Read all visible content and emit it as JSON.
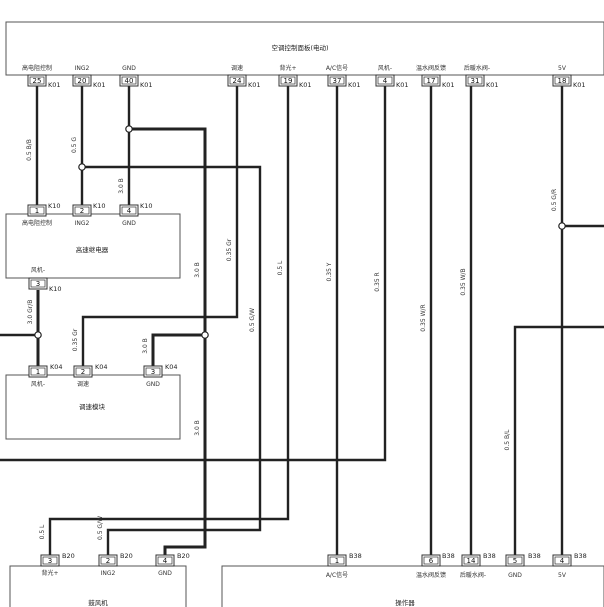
{
  "modules": {
    "ac_panel": {
      "title": "空调控制面板(电动)",
      "connector": "K01"
    },
    "blower_relay": {
      "title": "高速继电器",
      "connector": "K10"
    },
    "speed_module": {
      "title": "调速模块",
      "connector": "K04"
    },
    "blower_motor": {
      "title": "鼓风机",
      "connector": "B20"
    },
    "mode_unit": {
      "title": "操作器",
      "connector": "B38"
    }
  },
  "panel_pins": [
    {
      "num": "25",
      "label": "高电阻控制"
    },
    {
      "num": "20",
      "label": "ING2"
    },
    {
      "num": "40",
      "label": "GND"
    },
    {
      "num": "24",
      "label": "调速"
    },
    {
      "num": "19",
      "label": "背光+"
    },
    {
      "num": "37",
      "label": "A/C信号"
    },
    {
      "num": "4",
      "label": "风机-"
    },
    {
      "num": "17",
      "label": "温水阀反馈"
    },
    {
      "num": "31",
      "label": "后暖水阀-"
    },
    {
      "num": "18",
      "label": "5V"
    }
  ],
  "relay_pins": [
    {
      "num": "1",
      "label": "高电阻控制"
    },
    {
      "num": "2",
      "label": "ING2"
    },
    {
      "num": "4",
      "label": "GND"
    },
    {
      "num": "3",
      "label": "风机-"
    }
  ],
  "module_pins": [
    {
      "num": "1",
      "label": "风机-"
    },
    {
      "num": "2",
      "label": "调速"
    },
    {
      "num": "3",
      "label": "GND"
    }
  ],
  "motor_pins": [
    {
      "num": "3",
      "label": "背光+"
    },
    {
      "num": "2",
      "label": "ING2"
    },
    {
      "num": "4",
      "label": "GND"
    }
  ],
  "mode_pins": [
    {
      "num": "1",
      "label": "A/C信号"
    },
    {
      "num": "6",
      "label": "温水阀反馈"
    },
    {
      "num": "14",
      "label": "后暖水阀-"
    },
    {
      "num": "5",
      "label": "GND"
    },
    {
      "num": "4",
      "label": "5V"
    }
  ],
  "wires": {
    "w1": "0.5 B/B",
    "w2": "0.5 G",
    "w3": "3.0 B",
    "w4": "0.35 Gr",
    "w5": "3.0 B",
    "w6": "0.5 G/W",
    "w7": "0.5 L",
    "w8": "0.35 Y",
    "w9": "0.35 R",
    "w10": "0.35 W/R",
    "w11": "0.35 W/B",
    "w12": "0.5 G/R",
    "w13": "3.0 Gr/B",
    "w14": "0.35 Gr",
    "w15": "3.0 B",
    "w16": "3.0 B",
    "w17": "0.5 B/L",
    "w18": "0.5 L",
    "w19": "0.5 G/W"
  }
}
